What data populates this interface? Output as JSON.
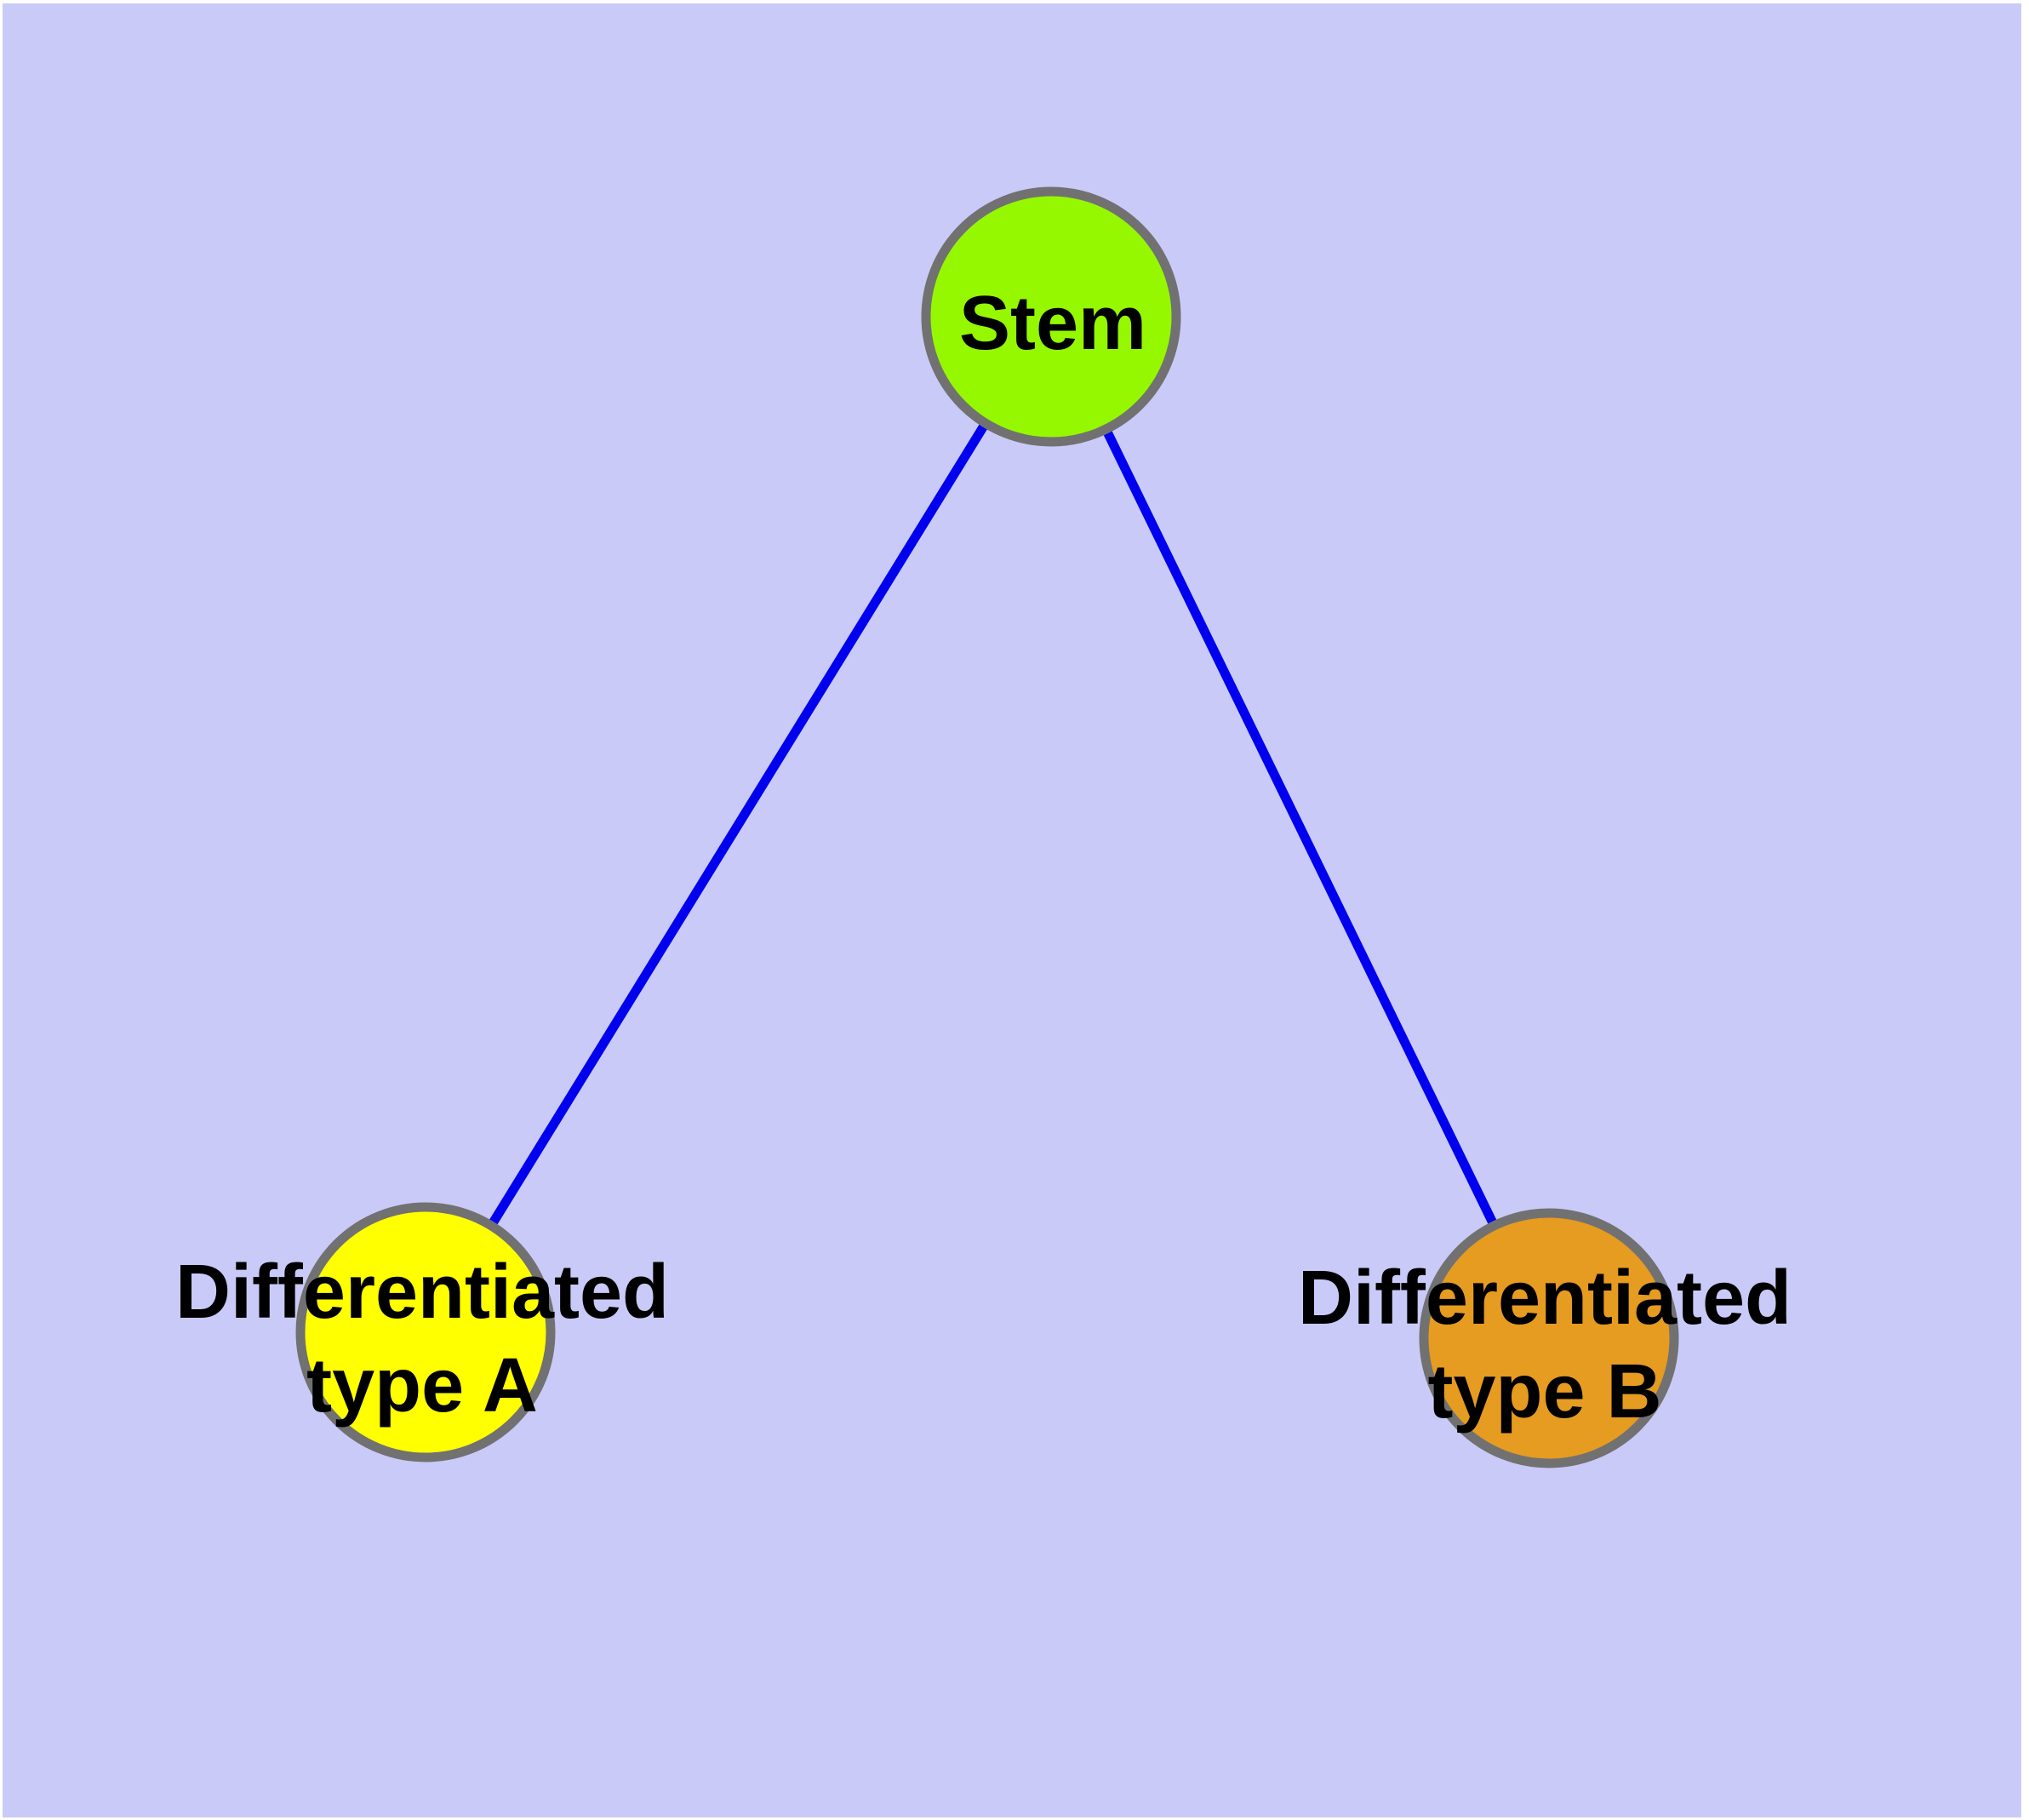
{
  "diagram": {
    "type": "node-link-graph",
    "background_color": "#CACAF8",
    "page_border_color": "#FFFFFF",
    "edge_color": "#0000EE",
    "node_border_color": "#717171",
    "label_color": "#000000",
    "nodes": [
      {
        "id": "stem",
        "label_lines": {
          "0": "Stem"
        },
        "color": "#95F800"
      },
      {
        "id": "differentiated-type-a",
        "label_lines": {
          "0": "Differentiated",
          "1": "type A"
        },
        "color": "#FFFF00"
      },
      {
        "id": "differentiated-type-b",
        "label_lines": {
          "0": "Differentiated",
          "1": "type B"
        },
        "color": "#E69B21"
      }
    ],
    "edges": [
      {
        "from": "Stem",
        "to": "Differentiated type A"
      },
      {
        "from": "Stem",
        "to": "Differentiated type B"
      }
    ]
  }
}
